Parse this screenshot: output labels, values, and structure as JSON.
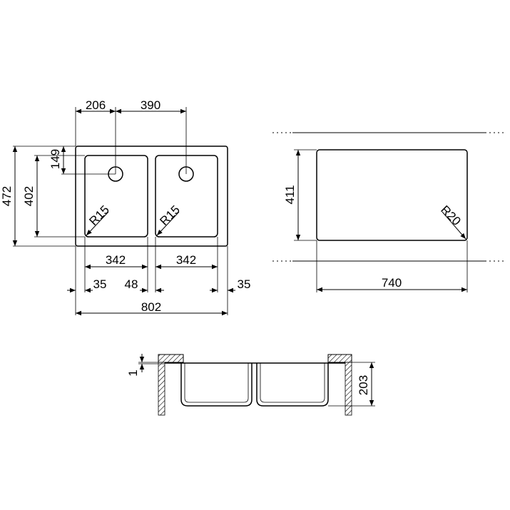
{
  "colors": {
    "line": "#000000",
    "background": "#ffffff"
  },
  "plan_view": {
    "dim_206": "206",
    "dim_390": "390",
    "dim_149": "149",
    "dim_472": "472",
    "dim_402": "402",
    "radius_left": "R15",
    "radius_right": "R15",
    "dim_342_left": "342",
    "dim_342_right": "342",
    "dim_35_left": "35",
    "dim_48": "48",
    "dim_35_right": "35",
    "dim_802": "802"
  },
  "cutout_view": {
    "dim_411": "411",
    "radius": "R20",
    "dim_740": "740"
  },
  "section_view": {
    "dim_1": "1",
    "dim_203": "203"
  }
}
